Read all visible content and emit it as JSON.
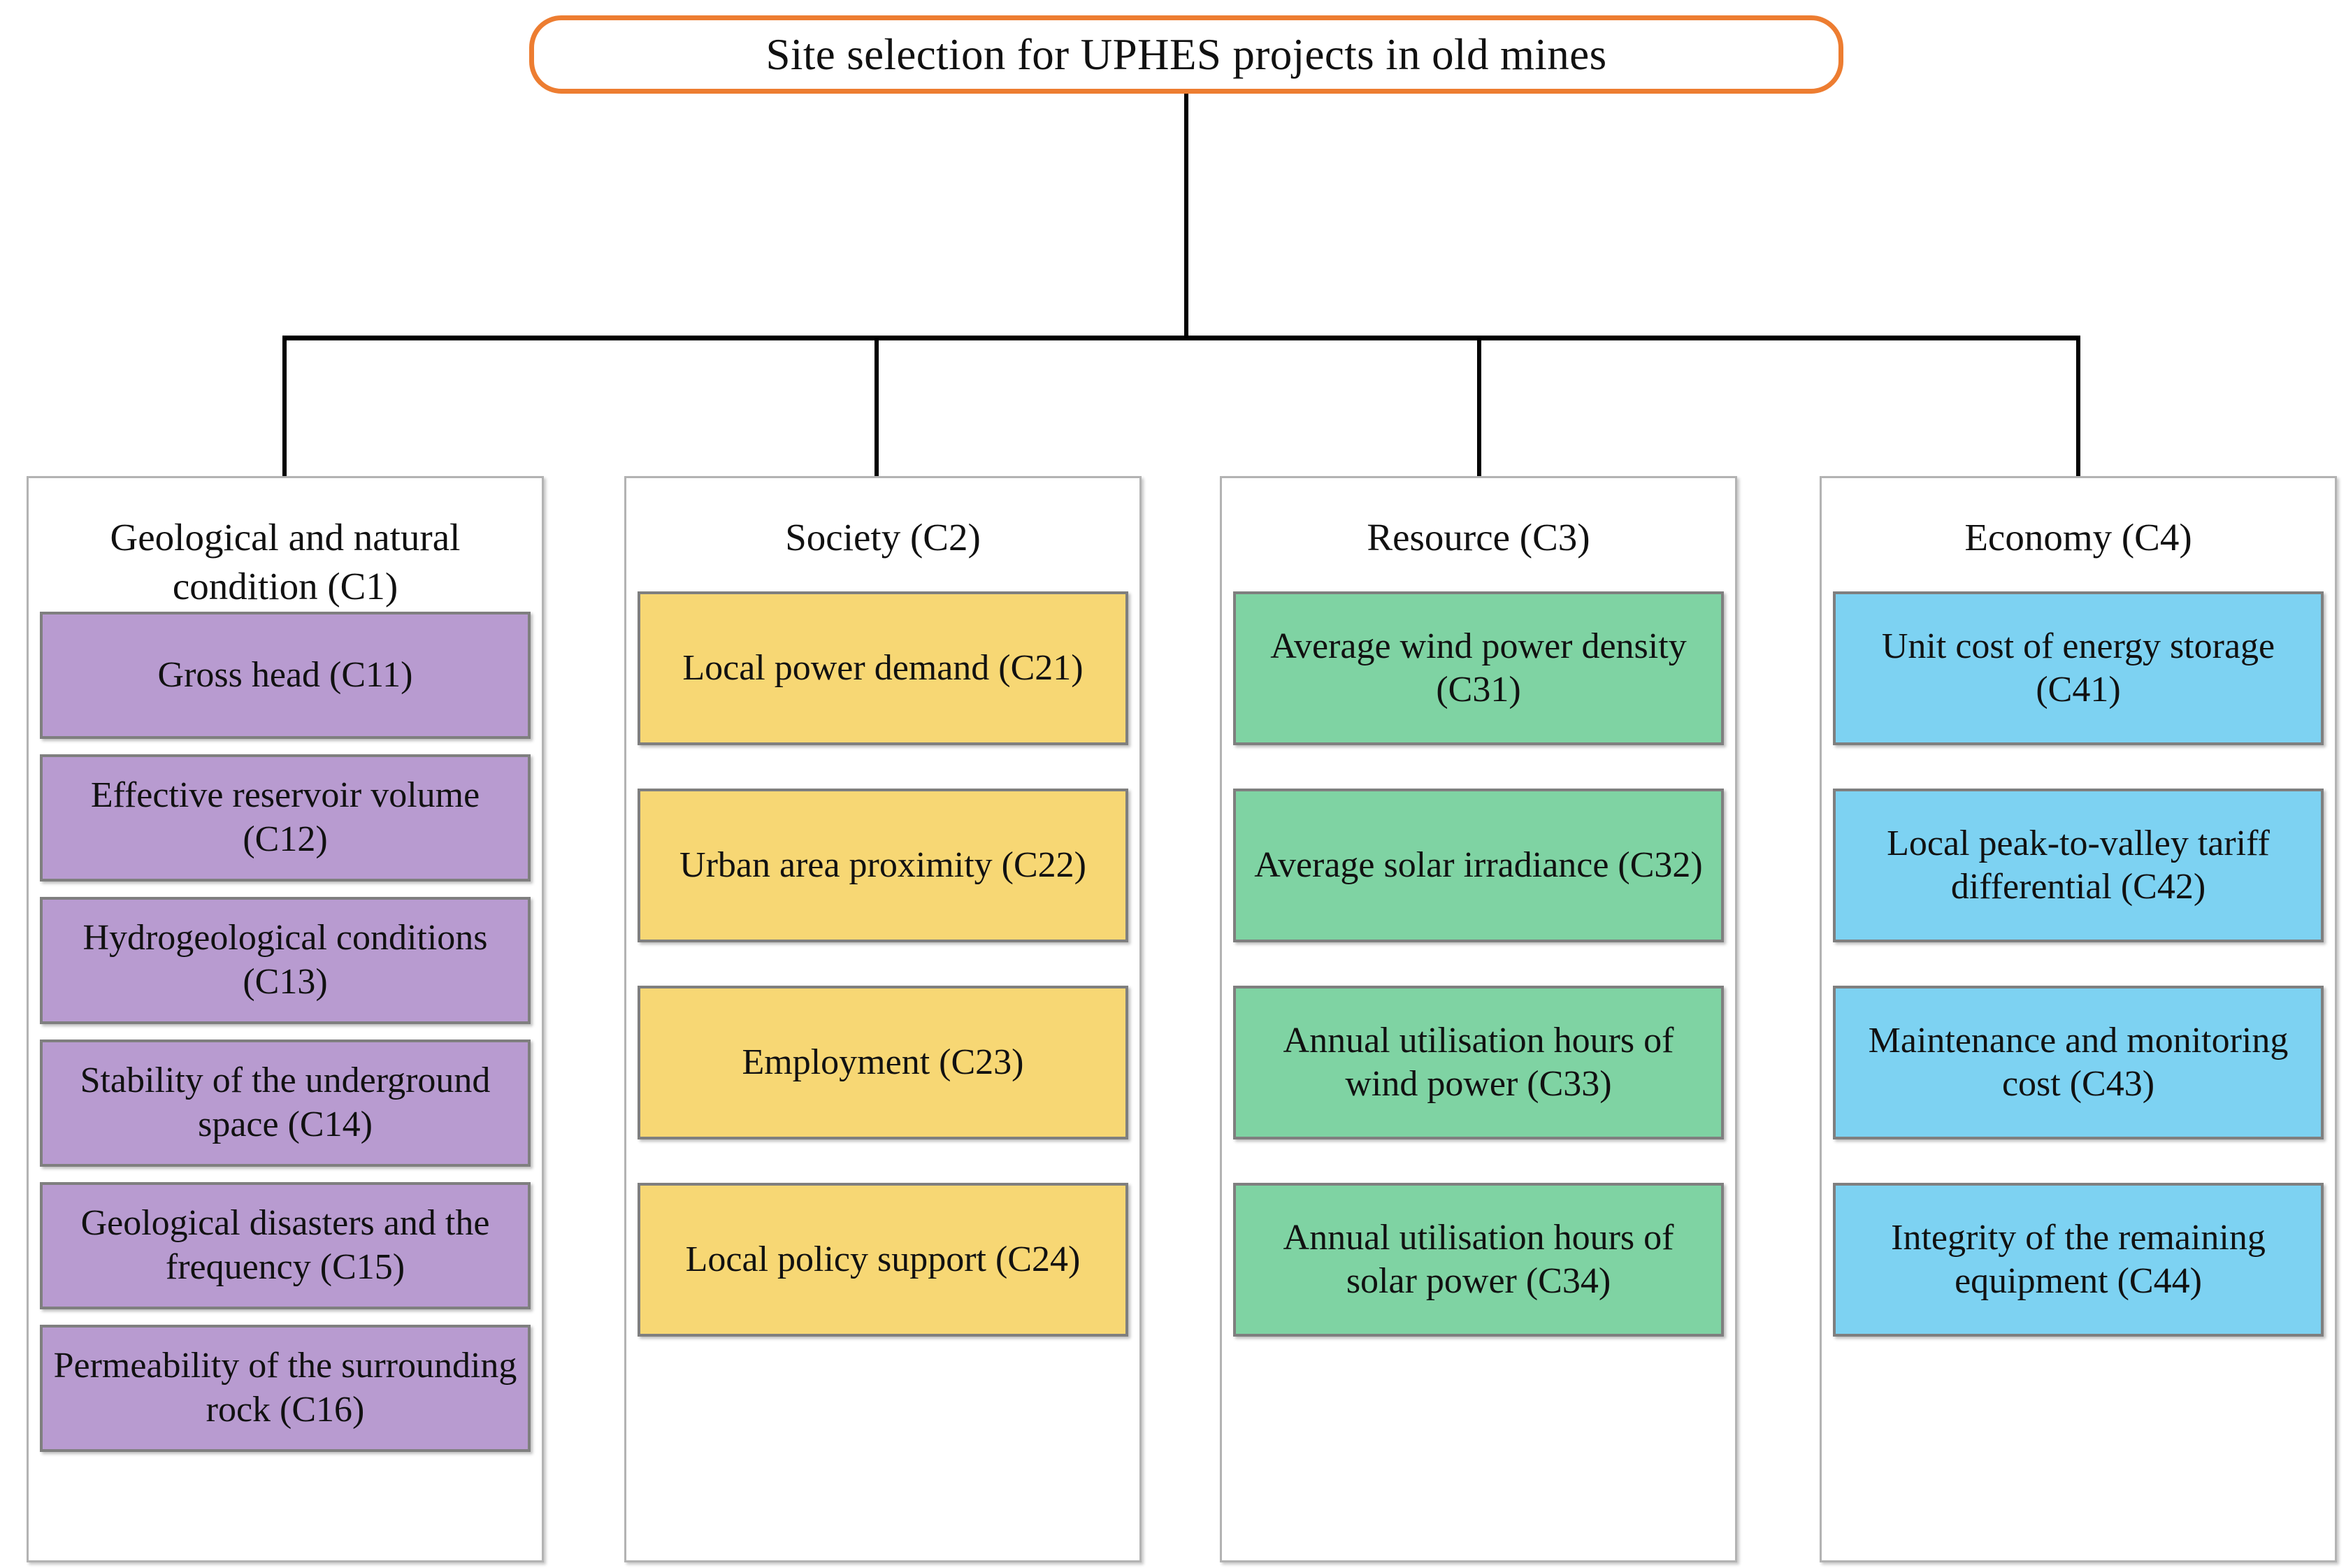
{
  "diagram": {
    "type": "hierarchy-tree",
    "root": {
      "label": "Site selection for UPHES projects in old mines",
      "border_color": "#ed7d31"
    },
    "categories": [
      {
        "id": "C1",
        "title": "Geological and natural condition (C1)",
        "fill_color": "#b89bd0",
        "criteria": [
          {
            "id": "C11",
            "label": "Gross head (C11)"
          },
          {
            "id": "C12",
            "label": "Effective reservoir volume (C12)"
          },
          {
            "id": "C13",
            "label": "Hydrogeological conditions (C13)"
          },
          {
            "id": "C14",
            "label": "Stability of the underground space (C14)"
          },
          {
            "id": "C15",
            "label": "Geological disasters and the frequency (C15)"
          },
          {
            "id": "C16",
            "label": "Permeability of the surrounding rock (C16)"
          }
        ]
      },
      {
        "id": "C2",
        "title": "Society (C2)",
        "fill_color": "#f7d774",
        "criteria": [
          {
            "id": "C21",
            "label": "Local power demand (C21)"
          },
          {
            "id": "C22",
            "label": "Urban area proximity (C22)"
          },
          {
            "id": "C23",
            "label": "Employment (C23)"
          },
          {
            "id": "C24",
            "label": "Local policy support (C24)"
          }
        ]
      },
      {
        "id": "C3",
        "title": "Resource (C3)",
        "fill_color": "#7fd3a3",
        "criteria": [
          {
            "id": "C31",
            "label": "Average wind power density (C31)"
          },
          {
            "id": "C32",
            "label": "Average solar irradiance (C32)"
          },
          {
            "id": "C33",
            "label": "Annual utilisation hours of wind power (C33)"
          },
          {
            "id": "C34",
            "label": "Annual utilisation hours of solar power (C34)"
          }
        ]
      },
      {
        "id": "C4",
        "title": "Economy (C4)",
        "fill_color": "#7dd2f2",
        "criteria": [
          {
            "id": "C41",
            "label": "Unit cost of energy storage (C41)"
          },
          {
            "id": "C42",
            "label": "Local peak-to-valley tariff differential (C42)"
          },
          {
            "id": "C43",
            "label": "Maintenance and monitoring cost (C43)"
          },
          {
            "id": "C44",
            "label": "Integrity of the remaining equipment (C44)"
          }
        ]
      }
    ]
  }
}
